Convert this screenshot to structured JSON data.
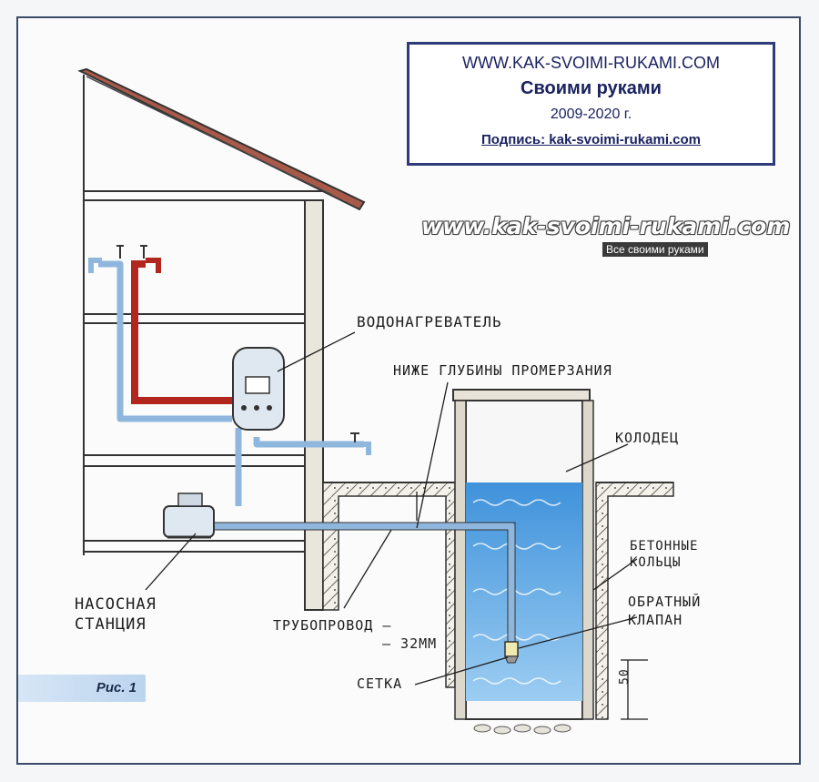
{
  "info_box": {
    "url": "WWW.KAK-SVOIMI-RUKAMI.COM",
    "brand": "Своими руками",
    "years": "2009-2020 г.",
    "signature": "Подпись:  kak-svoimi-rukami.com"
  },
  "watermark": {
    "main": "www.kak-svoimi-rukami.com",
    "sub": "Все своими руками"
  },
  "labels": {
    "water_heater": "ВОДОНАГРЕВАТЕЛЬ",
    "below_freeze": "НИЖЕ ГЛУБИНЫ ПРОМЕРЗАНИЯ",
    "well": "КОЛОДЕЦ",
    "concrete_rings_1": "БЕТОННЫЕ",
    "concrete_rings_2": "КОЛЬЦЫ",
    "check_valve_1": "ОБРАТНЫЙ",
    "check_valve_2": "КЛАПАН",
    "pump_station_1": "НАСОСНАЯ",
    "pump_station_2": "СТАНЦИЯ",
    "pipeline_1": "ТРУБОПРОВОД –",
    "pipeline_2": "– 32ММ",
    "mesh": "СЕТКА",
    "dim_50": "50"
  },
  "figure_tag": "Рис. 1",
  "colors": {
    "frame": "#3a4a6b",
    "water": "#4d9fe0",
    "hot_pipe": "#b3261e",
    "cold_pipe": "#8fb7dd",
    "info_text": "#1a2260"
  }
}
